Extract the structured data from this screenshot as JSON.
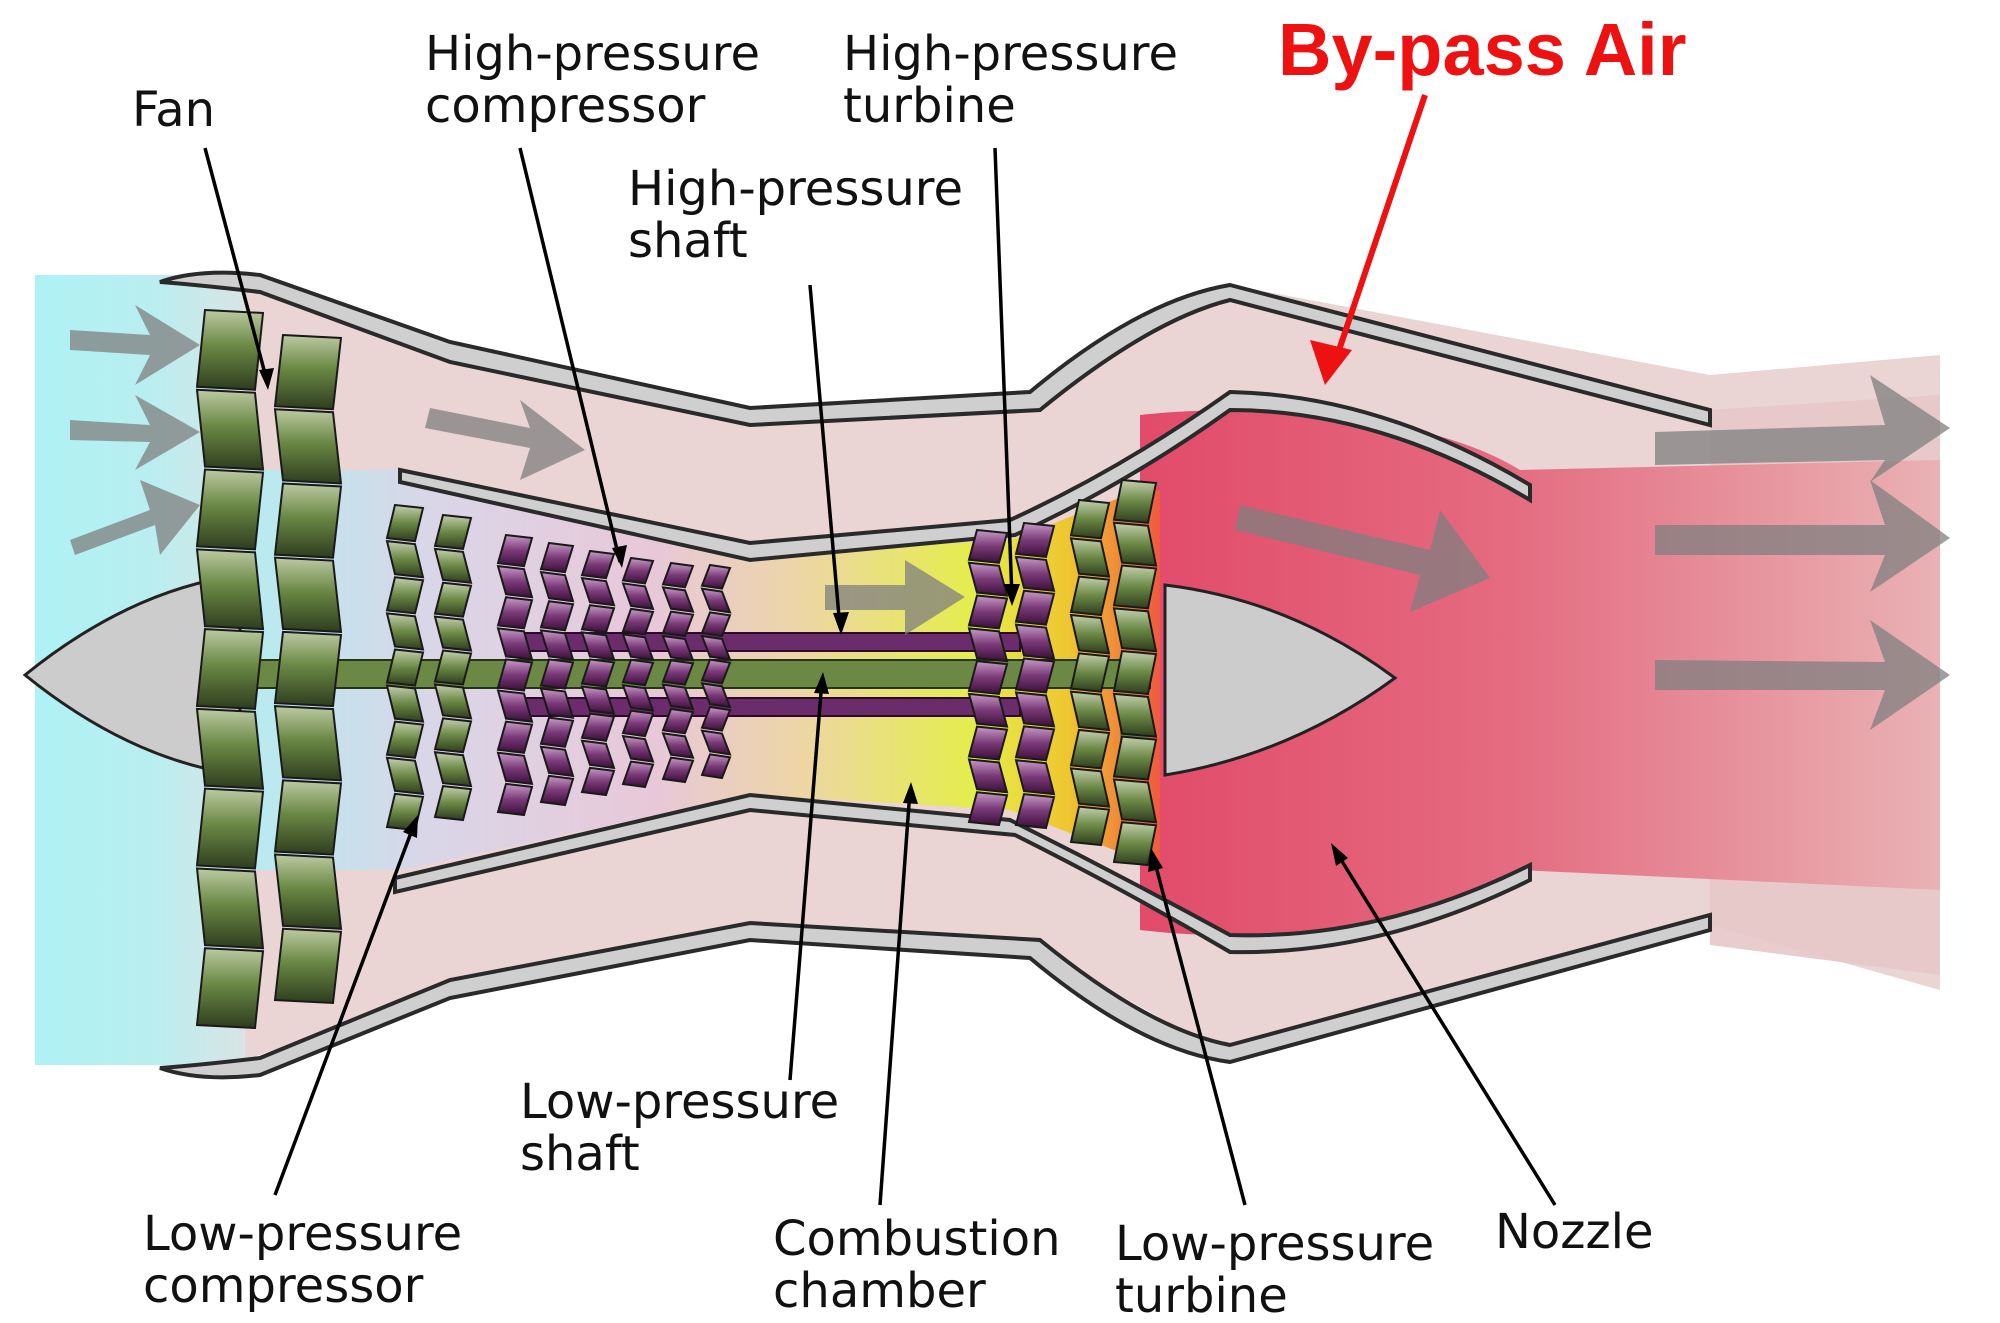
{
  "labels": {
    "fan": "Fan",
    "hp_compressor": [
      "High-pressure",
      "compressor"
    ],
    "hp_turbine": [
      "High-pressure",
      "turbine"
    ],
    "hp_shaft": [
      "High-pressure",
      "shaft"
    ],
    "bypass_air": "By-pass Air",
    "lp_compressor": [
      "Low-pressure",
      "compressor"
    ],
    "lp_shaft": [
      "Low-pressure",
      "shaft"
    ],
    "combustion_chamber": [
      "Combustion",
      "chamber"
    ],
    "lp_turbine": [
      "Low-pressure",
      "turbine"
    ],
    "nozzle": "Nozzle"
  },
  "colors": {
    "intake_air": "#aef2f4",
    "bypass_duct": "#ead4d4",
    "fan_blade_light": "#bccaa2",
    "fan_blade_dark": "#2e3d1e",
    "hp_blade_light": "#c79ac6",
    "hp_blade_dark": "#3c0f3a",
    "combustion_yellow": "#e9f53a",
    "exhaust_red": "#e4506e",
    "bypass_label_red": "#ee1111",
    "casing_grey": "#cfcfcf",
    "shaft_green": "#6b8845",
    "hp_shaft_purple": "#6a2c6a"
  },
  "icons": [
    "flow-arrow-icon",
    "bypass-arrow-icon"
  ]
}
